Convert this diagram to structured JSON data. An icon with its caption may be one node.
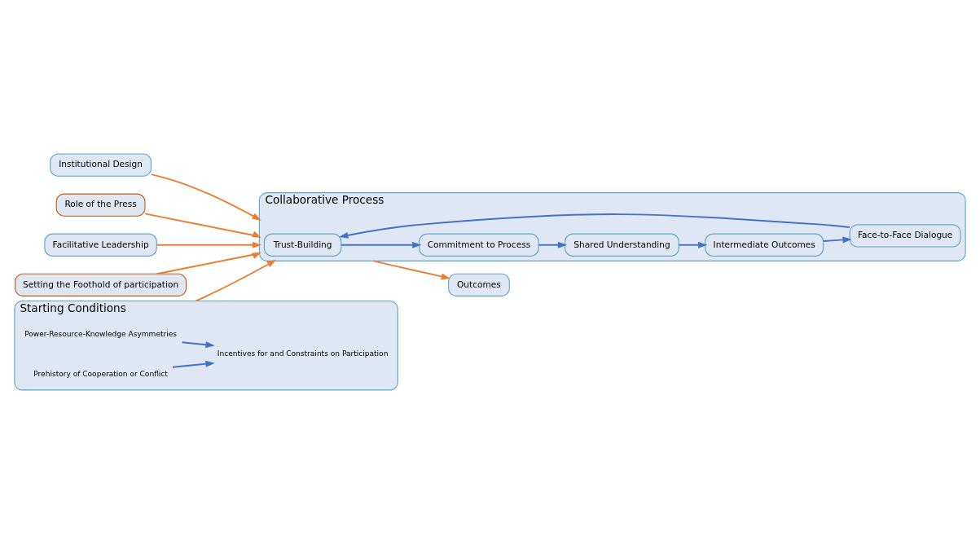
{
  "diagram": {
    "nodes": [
      {
        "text": [
          "Institutional Design"
        ]
      },
      {
        "text": [
          "Role of the Press"
        ]
      },
      {
        "text": [
          "Starting Conditions"
        ]
      },
      {
        "text": [
          "Power-Resource-Knowledge Asymmetries"
        ],
        "in": 2
      },
      {
        "text": [
          "Incentives for and Constraints on Participation"
        ],
        "in": 2
      },
      {
        "text": [
          "Prehistory of Cooperation or Conflict"
        ],
        "in": 2
      },
      {
        "text": [
          "Collaborative Process"
        ]
      },
      {
        "text": [
          "Trust-Building"
        ],
        "in": 6
      },
      {
        "text": [
          "Commitment to Process"
        ],
        "in": 6
      },
      {
        "text": [
          "Shared Understanding"
        ],
        "in": 6
      },
      {
        "text": [
          "Intermediate Outcomes"
        ],
        "in": 6
      },
      {
        "text": [
          "Face-to-Face Dialogue"
        ],
        "in": 6
      },
      {
        "text": [
          "Outcomes"
        ]
      },
      {
        "text": [
          "Facilitative Leadership"
        ]
      },
      {
        "text": [
          "Setting the Foothold of participation"
        ]
      }
    ],
    "edges": [
      {
        "from": 0,
        "to": 6,
        "arrow": "to",
        "color": "#ed7d31"
      },
      {
        "from": 1,
        "to": 6,
        "arrow": "to",
        "color": "#ed7d31"
      },
      {
        "from": 3,
        "to": 4,
        "arrow": "to"
      },
      {
        "from": 5,
        "to": 4,
        "arrow": "to"
      },
      {
        "from": 2,
        "to": 6,
        "arrow": "to",
        "color": "#ed7d31"
      },
      {
        "from": 7,
        "to": 8,
        "arrow": "to"
      },
      {
        "from": 8,
        "to": 9,
        "arrow": "to"
      },
      {
        "from": 9,
        "to": 10,
        "arrow": "to"
      },
      {
        "from": 10,
        "to": 11,
        "arrow": "to"
      },
      {
        "from": 11,
        "to": 7,
        "arrow": "to"
      },
      {
        "from": 6,
        "to": 12,
        "arrow": "to",
        "color": "#ed7d31"
      },
      {
        "from": 13,
        "to": 6,
        "arrow": "to",
        "color": "#ed7d31"
      },
      {
        "from": 14,
        "to": 6,
        "arrow": "to",
        "color": "#ed7d31"
      }
    ]
  }
}
